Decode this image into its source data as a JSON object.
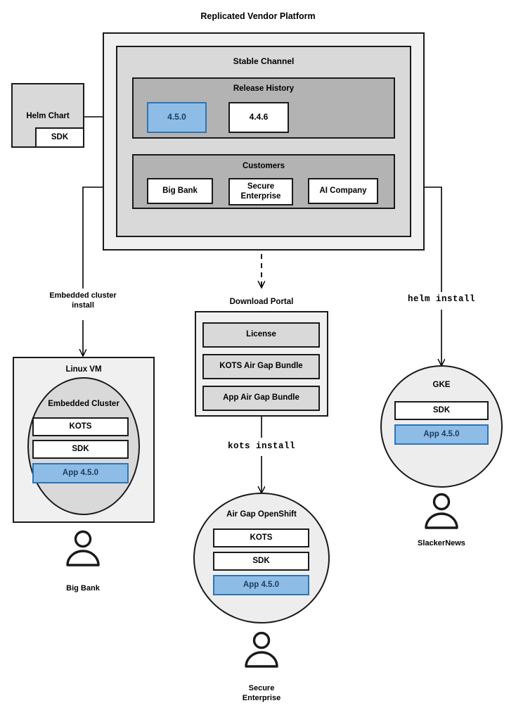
{
  "diagram": {
    "title": "Replicated Vendor Platform",
    "platform": {
      "stable_channel_label": "Stable Channel",
      "release_history": {
        "label": "Release History",
        "releases": [
          {
            "version": "4.5.0",
            "highlighted": true
          },
          {
            "version": "4.4.6",
            "highlighted": false
          }
        ]
      },
      "customers": {
        "label": "Customers",
        "items": [
          {
            "name": "Big Bank"
          },
          {
            "name": "Secure\nEnterprise"
          },
          {
            "name": "AI Company"
          }
        ]
      }
    },
    "helm_chart": {
      "label": "Helm Chart",
      "sdk_label": "SDK"
    },
    "connectors": {
      "embedded_cluster_install": "Embedded cluster\ninstall",
      "helm_install": "helm install",
      "kots_install": "kots install"
    },
    "download_portal": {
      "label": "Download Portal",
      "artifacts": [
        {
          "label": "License"
        },
        {
          "label": "KOTS Air Gap Bundle"
        },
        {
          "label": "App Air Gap Bundle"
        }
      ]
    },
    "targets": [
      {
        "id": "linux-vm",
        "label": "Linux VM",
        "inner_label": "Embedded Cluster",
        "components": [
          {
            "label": "KOTS",
            "highlighted": false
          },
          {
            "label": "SDK",
            "highlighted": false
          },
          {
            "label": "App 4.5.0",
            "highlighted": true
          }
        ],
        "customer": "Big Bank"
      },
      {
        "id": "air-gap-openshift",
        "label": "Air Gap OpenShift",
        "components": [
          {
            "label": "KOTS",
            "highlighted": false
          },
          {
            "label": "SDK",
            "highlighted": false
          },
          {
            "label": "App 4.5.0",
            "highlighted": true
          }
        ],
        "customer": "Secure\nEnterprise"
      },
      {
        "id": "gke",
        "label": "GKE",
        "components": [
          {
            "label": "SDK",
            "highlighted": false
          },
          {
            "label": "App 4.5.0",
            "highlighted": true
          }
        ],
        "customer": "SlackerNews"
      }
    ],
    "colors": {
      "highlight_fill": "#8DBDE6",
      "highlight_border": "#2E74B5",
      "shell_outer": "#F0F0F0",
      "shell_mid": "#D9D9D9",
      "shell_inner": "#B3B3B3",
      "stroke": "#1a1a1a"
    }
  }
}
